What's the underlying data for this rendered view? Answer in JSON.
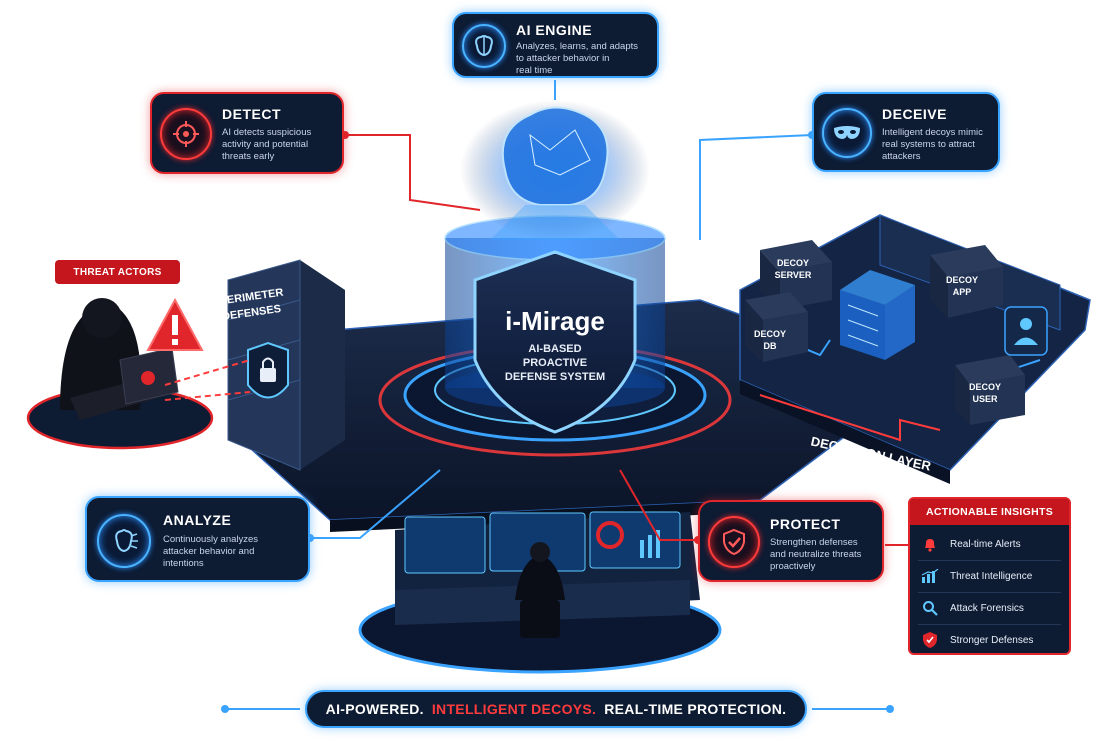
{
  "cards": {
    "ai_engine": {
      "title": "AI ENGINE",
      "desc_lines": [
        "Analyzes, learns, and adapts",
        "to attacker behavior in",
        "real time"
      ]
    },
    "detect": {
      "title": "DETECT",
      "desc_lines": [
        "AI detects suspicious",
        "activity and potential",
        "threats early"
      ]
    },
    "deceive": {
      "title": "DECEIVE",
      "desc_lines": [
        "Intelligent decoys mimic",
        "real systems to attract",
        "attackers"
      ]
    },
    "analyze": {
      "title": "ANALYZE",
      "desc_lines": [
        "Continuously analyzes",
        "attacker behavior and",
        "intentions"
      ]
    },
    "protect": {
      "title": "PROTECT",
      "desc_lines": [
        "Strengthen defenses",
        "and neutralize threats",
        "proactively"
      ]
    }
  },
  "threat_actors": "THREAT ACTORS",
  "perimeter": {
    "lines": [
      "PERIMETER",
      "DEFENSES"
    ]
  },
  "core": {
    "name": "i-Mirage",
    "sub_lines": [
      "AI-BASED",
      "PROACTIVE",
      "DEFENSE SYSTEM"
    ]
  },
  "deception_layer": "DECEPTION LAYER",
  "decoys": {
    "server": [
      "DECOY",
      "SERVER"
    ],
    "db": [
      "DECOY",
      "DB"
    ],
    "app": [
      "DECOY",
      "APP"
    ],
    "user": [
      "DECOY",
      "USER"
    ]
  },
  "insights": {
    "header": "ACTIONABLE INSIGHTS",
    "items": [
      {
        "label": "Real-time Alerts",
        "icon": "bell-icon"
      },
      {
        "label": "Threat Intelligence",
        "icon": "bar-chart-icon"
      },
      {
        "label": "Attack Forensics",
        "icon": "magnifier-icon"
      },
      {
        "label": "Stronger Defenses",
        "icon": "shield-check-icon"
      }
    ]
  },
  "banner": {
    "part1": "AI-POWERED.",
    "part2": "INTELLIGENT DECOYS.",
    "part3": "REAL-TIME PROTECTION."
  },
  "colors": {
    "navy": "#0d1b33",
    "accent_blue": "#3aa3ff",
    "accent_red": "#e0262b"
  }
}
